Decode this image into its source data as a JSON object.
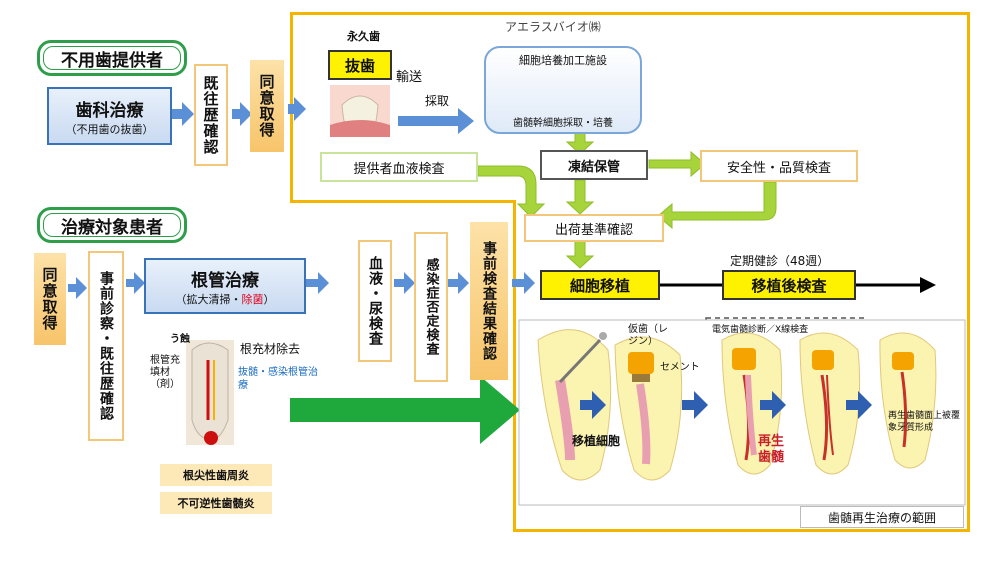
{
  "donor": {
    "title": "不用歯提供者"
  },
  "patient": {
    "title": "治療対象患者"
  },
  "dental_treatment": {
    "main": "歯科治療",
    "sub": "（不用歯の抜歯）"
  },
  "donor_steps": {
    "history": "既往歴確認",
    "consent": "同意取得"
  },
  "company": {
    "name": "アエラスバイオ㈱"
  },
  "permanent_tooth": "永久歯",
  "extraction": "抜歯",
  "transport": "輸送",
  "collection": "採取",
  "facility": {
    "title": "細胞培養加工施設",
    "sub": "歯髄幹細胞採取・培養"
  },
  "donor_blood_test": "提供者血液検査",
  "cryopreservation": "凍結保管",
  "safety_quality_test": "安全性・品質検査",
  "shipment_check": "出荷基準確認",
  "patient_steps": {
    "consent": "同意取得",
    "pre_exam": "事前診察・既往歴確認",
    "blood_urine": "血液・尿検査",
    "infection": "感染症否定検査",
    "pre_result": "事前検査結果確認"
  },
  "root_canal": {
    "main": "根管治療",
    "sub_pre": "（拡大清掃・",
    "sub_red": "除菌",
    "sub_post": "）"
  },
  "tooth_labels": {
    "caries": "う蝕",
    "filling": "根管充填材（剤）",
    "filling_removal": "根充材除去",
    "pulpectomy": "抜髄・感染根管治療"
  },
  "conditions": {
    "periodontitis": "根尖性歯周炎",
    "pulpitis": "不可逆性歯髄炎"
  },
  "cell_transplant": "細胞移植",
  "followup": {
    "label": "定期健診（48週）",
    "box": "移植後検査"
  },
  "procedure": {
    "temp_crown": "仮歯（レジン）",
    "cement": "セメント",
    "graft_cells": "移植細胞",
    "eval": "電気歯髄診断／X線検査",
    "regen_pulp": "再生歯髄",
    "result": "再生歯髄面上被覆象牙質形成"
  },
  "scope_label": "歯髄再生治療の範囲",
  "colors": {
    "orange": "#f5b400",
    "green": "#2e9e4a",
    "blue": "#3a72b8",
    "arrow_blue": "#5b8fd6",
    "red": "#e0001b",
    "lime": "#a6d43a"
  }
}
